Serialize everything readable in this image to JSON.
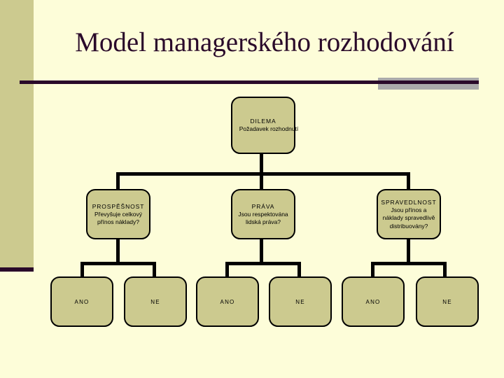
{
  "slide": {
    "title": "Model managerského rozhodování",
    "background_color": "#fdfdd9",
    "accent_band_color": "#ccca8f",
    "rule_color": "#2a0a2a",
    "grey_block_color": "#aaaaaa",
    "box_fill_color": "#ccca8f",
    "box_border_color": "#000000"
  },
  "diagram": {
    "root": {
      "title": "DILEMA",
      "desc": "Požadavek rozhodnutí"
    },
    "criteria": [
      {
        "title": "PROSPĚŠNOST",
        "desc_line1": "Převyšuje celkový",
        "desc_line2": "přínos náklady?",
        "desc_line3": ""
      },
      {
        "title": "PRÁVA",
        "desc_line1": "Jsou respektována",
        "desc_line2": "lidská práva?",
        "desc_line3": ""
      },
      {
        "title": "SPRAVEDLNOST",
        "desc_line1": "Jsou přínos a",
        "desc_line2": "náklady spravedlivě",
        "desc_line3": "distribuovány?"
      }
    ],
    "outcomes": [
      {
        "label": "ANO"
      },
      {
        "label": "NE"
      },
      {
        "label": "ANO"
      },
      {
        "label": "NE"
      },
      {
        "label": "ANO"
      },
      {
        "label": "NE"
      }
    ]
  }
}
